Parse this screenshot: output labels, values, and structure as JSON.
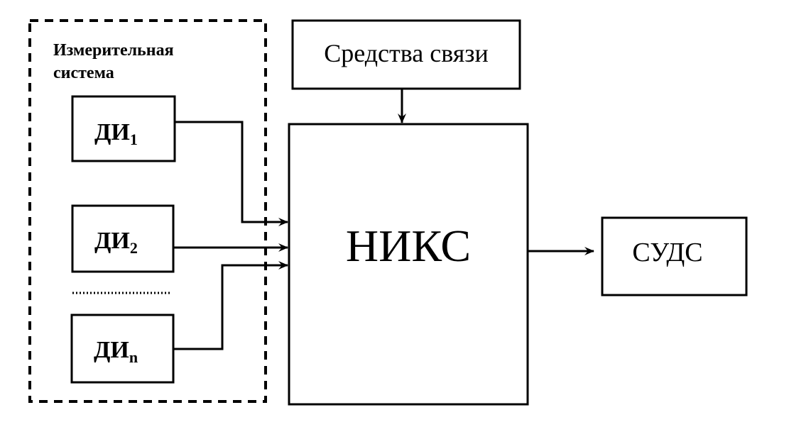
{
  "diagram": {
    "measurement_system": {
      "label_line1": "Измерительная",
      "label_line2": "система",
      "sensors": [
        {
          "name": "ДИ",
          "subscript": "1"
        },
        {
          "name": "ДИ",
          "subscript": "2"
        },
        {
          "name": "ДИ",
          "subscript": "n"
        }
      ]
    },
    "comms": {
      "label": "Средства связи"
    },
    "niks": {
      "label": "НИКС"
    },
    "suds": {
      "label": "СУДС"
    },
    "colors": {
      "stroke": "#000000",
      "background": "#ffffff"
    },
    "connections": [
      {
        "from": "ДИ1",
        "to": "НИКС"
      },
      {
        "from": "ДИ2",
        "to": "НИКС"
      },
      {
        "from": "ДИn",
        "to": "НИКС"
      },
      {
        "from": "Средства связи",
        "to": "НИКС"
      },
      {
        "from": "НИКС",
        "to": "СУДС"
      }
    ]
  }
}
